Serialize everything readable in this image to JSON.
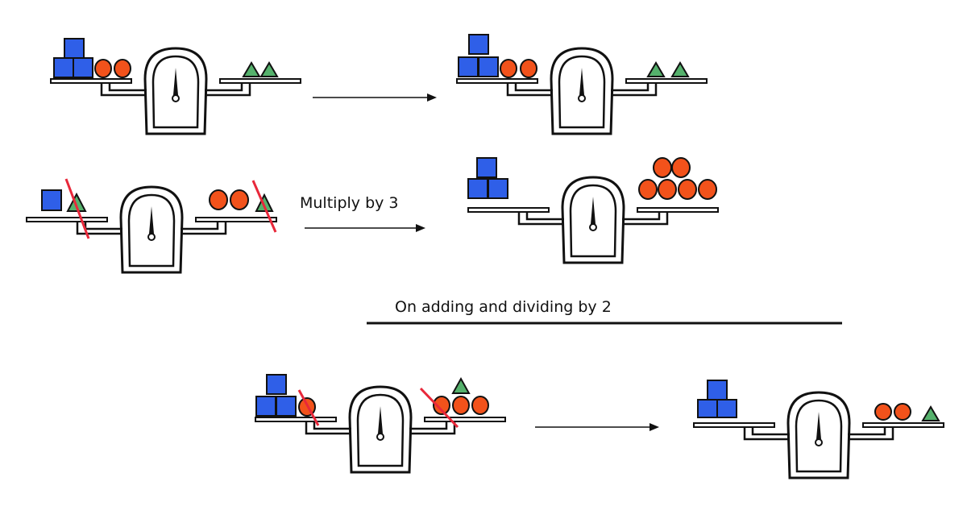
{
  "labels": {
    "multiply": "Multiply by 3",
    "add_divide": "On adding and dividing by 2"
  },
  "colors": {
    "block": "#2f5fe8",
    "ball": "#f2521b",
    "triangle": "#55b16c",
    "cross_out": "#e8283a",
    "outline": "#111111"
  },
  "scales": [
    {
      "name": "scale-row1-before",
      "left_pan": {
        "cubes": 3,
        "balls": 2,
        "triangles": 0
      },
      "right_pan": {
        "cubes": 0,
        "balls": 0,
        "triangles": 2
      }
    },
    {
      "name": "scale-row1-after",
      "left_pan": {
        "cubes": 3,
        "balls": 2,
        "triangles": 0
      },
      "right_pan": {
        "cubes": 0,
        "balls": 0,
        "triangles": 2
      }
    },
    {
      "name": "scale-row2-before",
      "left_pan": {
        "cubes": 1,
        "balls": 0,
        "triangles": 1,
        "crossed_out": "triangle"
      },
      "right_pan": {
        "cubes": 0,
        "balls": 2,
        "triangles": 1,
        "crossed_out": "triangle"
      }
    },
    {
      "name": "scale-row2-after",
      "left_pan": {
        "cubes": 3,
        "balls": 0,
        "triangles": 0
      },
      "right_pan": {
        "cubes": 0,
        "balls": 6,
        "triangles": 0
      }
    },
    {
      "name": "scale-row3-before",
      "left_pan": {
        "cubes": 3,
        "balls": 1,
        "triangles": 0,
        "crossed_out": "ball"
      },
      "right_pan": {
        "cubes": 0,
        "balls": 3,
        "triangles": 1,
        "crossed_out": "ball"
      }
    },
    {
      "name": "scale-row3-after",
      "left_pan": {
        "cubes": 3,
        "balls": 0,
        "triangles": 0
      },
      "right_pan": {
        "cubes": 0,
        "balls": 2,
        "triangles": 1
      }
    }
  ]
}
